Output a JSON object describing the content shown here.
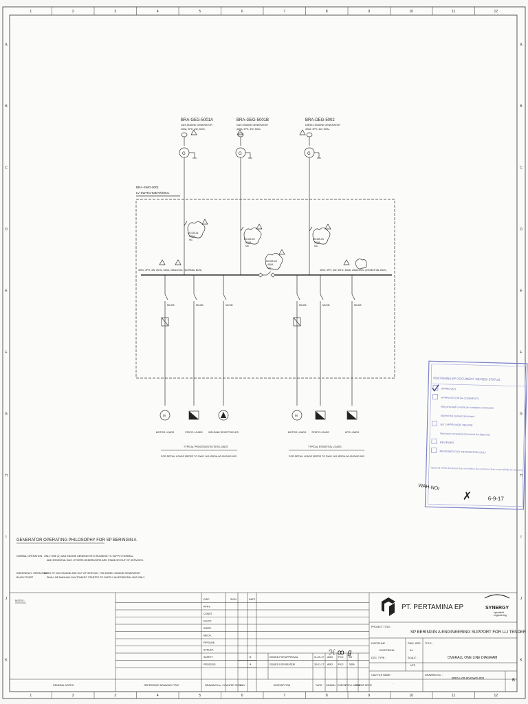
{
  "zones": {
    "top": [
      "1",
      "2",
      "3",
      "4",
      "5",
      "6",
      "7",
      "8",
      "9",
      "10",
      "11",
      "12"
    ],
    "side": [
      "A",
      "B",
      "C",
      "D",
      "E",
      "F",
      "G",
      "H",
      "I",
      "J",
      "K"
    ]
  },
  "generators": [
    {
      "tag": "BRA-GEG-5001A",
      "desc1": "GAS ENGINE GENERATOR",
      "desc2": "400A, 3PH, 4W, 50Hz,"
    },
    {
      "tag": "BRA-GEG-5001B",
      "desc1": "GAS ENGINE GENERATOR",
      "desc2": "400A, 3PH, 4W, 50Hz,"
    },
    {
      "tag": "BRA-DEG-5002",
      "desc1": "DIESEL ENGINE GENERATOR",
      "desc2": "400A, 3PH, 4W, 50Hz,"
    }
  ],
  "gen_symbol": "G",
  "switchgear": {
    "tag": "BRA-SWG-0001",
    "name": "LV SWITCHGEAR/MCC"
  },
  "breakers": [
    {
      "name": "MCCB-01",
      "rating": "400A",
      "state": "NC"
    },
    {
      "name": "MCCB-02",
      "rating": "400A",
      "state": "NC"
    },
    {
      "name": "MCCB-03",
      "rating": "250A",
      "state": "NC"
    }
  ],
  "tie_breaker": {
    "name": "MCCB-04",
    "rating": "400A",
    "state": "NO"
  },
  "buses": {
    "normal": "400V, 3PH, 4W, 50Hz, 630A, 25kA/1Sec. (NORMAL BUS)",
    "essential": "400V, 3PH, 4W, 50Hz, 630A, 25kA/1Sec. (ESSENTIAL BUS)"
  },
  "feeder_label": "MCCB",
  "loads_left": [
    "MOTOR LOADS",
    "STATIC LOADS",
    "WELDING RECEPTACLES"
  ],
  "loads_right": [
    "MOTOR LOADS",
    "STATIC LOADS",
    "UPS LOADS"
  ],
  "motor_symbol": "M",
  "note_left": {
    "title": "TYPICAL PROCESS/UTILITIES LOADS",
    "ref": "FOR DETAIL LOADS REFER TO DWG. NO: BRGA-00-00-DWG-003"
  },
  "note_right": {
    "title": "TYPICAL ESSENTIAL LOADS",
    "ref": "FOR DETAIL LOADS REFER TO DWG. NO: BRGA-00-00-DWG-003"
  },
  "revision_mark": "A",
  "stamp": {
    "header": "PERTAMINA EP  DOCUMENT REVIEW STATUS",
    "options": [
      "APPROVED",
      "APPROVED WITH COMMENTS",
      "May proceed to work per complete comments",
      "Submit the revised document",
      "NOT APPROVED / REVISE",
      "Has been corrected document for Approval",
      "REVIEWED",
      "REVIEWED FOR INFORMATION ONLY"
    ],
    "footer": "Approval of this document does not relieve the contractor from responsibility for accuracy",
    "signature": "WAH-NOI",
    "initial": "✗",
    "date": "6-9-17"
  },
  "philosophy": {
    "title": "GENERATOR OPERATING PHILOSOPHY FOR SP BERINGIN A",
    "rows": [
      {
        "label": "NORMAL OPERATION",
        "text1": ": ONLY ONE (1) GAS ENGINE GENERATOR IS RUNNING TO SUPPLY NORMAL",
        "text2": "AND ESSENTIAL BUS. OTHERS GENERATORS ARE STAND BY/OUT OF SERVICES."
      },
      {
        "label": "EMERGENCY OPERATION/",
        "label2": "BLACK START",
        "text1": ": BOTH OF GAS ENGINE ARE OUT OF SERVICE, THE DIESEL ENGINE GENERATOR",
        "text2": "SHALL BE MANUALLY/AUTOMATIC STARTED TO SUPPLY AN ESSENTIAL BUS ONLY."
      }
    ]
  },
  "notes_label": "NOTES :",
  "discipline_rows": [
    "DISC",
    "APRV.",
    "CONST.",
    "ELECT.",
    "INSTR.",
    "MECH.",
    "PIPELINE",
    "STRUCT.",
    "SAFETY",
    "PROCESS"
  ],
  "sign_head": [
    "SIGN",
    "DATE"
  ],
  "revisions": [
    {
      "rev": "B",
      "desc": "ISSUED FOR APPROVAL",
      "date": "11-09-17",
      "drawn": "AMO",
      "check": "FKO",
      "appd": "AT"
    },
    {
      "rev": "A",
      "desc": "ISSUED FOR REVIEW",
      "date": "30-01-17",
      "drawn": "AMO",
      "check": "FKO",
      "appd": "NDA"
    }
  ],
  "footer_heads": [
    "GENERAL NOTES",
    "REFERENCE DRAWING TITLE",
    "DRAWING No.",
    "COUNTER SIGN",
    "REV.",
    "DESCRIPTION",
    "DATE",
    "DRAWN",
    "CHECK",
    "PROJ. APP'D",
    "CLIENT APP'D"
  ],
  "company": "PT. PERTAMINA EP",
  "synergy": {
    "name": "SYNERGY",
    "sub1": "specialist",
    "sub2": "engineering"
  },
  "title_block": {
    "project_title_label": "PROJECT TITLE :",
    "project_title": "SP BERINGIN A ENGINEERING SUPPORT FOR LLI TENDER",
    "discipline_label": "DISCIPLINE :",
    "discipline": "ELECTRICAL",
    "dwg_size_label": "DWG. SIZE :",
    "dwg_size": "A1",
    "title_label": "TITLE :",
    "title": "OVERALL ONE LINE DIAGRAM",
    "doc_type_label": "DOC. TYPE :",
    "doc_type": "-",
    "scale_label": "SCALE :",
    "scale": "NTS",
    "cad_label": "CAD FILE NAME :",
    "cad": "-",
    "drawing_no_label": "DRAWING No. :",
    "drawing_no": "BRGA-00-00-DWG-002",
    "rev": "B"
  }
}
